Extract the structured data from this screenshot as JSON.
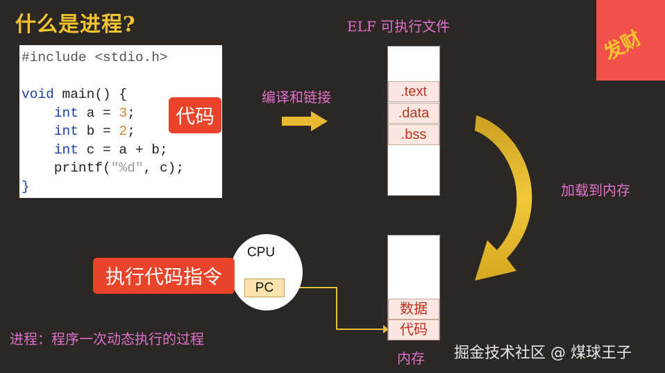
{
  "title": "什么是进程?",
  "code": {
    "lines": [
      [
        {
          "t": "#include <stdio.h>",
          "c": "pp"
        }
      ],
      [
        {
          "t": "",
          "c": ""
        }
      ],
      [
        {
          "t": "void",
          "c": "kw"
        },
        {
          "t": " main() {",
          "c": ""
        }
      ],
      [
        {
          "t": "    ",
          "c": ""
        },
        {
          "t": "int",
          "c": "kw"
        },
        {
          "t": " a = ",
          "c": ""
        },
        {
          "t": "3",
          "c": "num"
        },
        {
          "t": ";",
          "c": ""
        }
      ],
      [
        {
          "t": "    ",
          "c": ""
        },
        {
          "t": "int",
          "c": "kw"
        },
        {
          "t": " b = ",
          "c": ""
        },
        {
          "t": "2",
          "c": "num"
        },
        {
          "t": ";",
          "c": ""
        }
      ],
      [
        {
          "t": "    ",
          "c": ""
        },
        {
          "t": "int",
          "c": "kw"
        },
        {
          "t": " c = a + b;",
          "c": ""
        }
      ],
      [
        {
          "t": "    printf(",
          "c": ""
        },
        {
          "t": "\"%d\"",
          "c": "str"
        },
        {
          "t": ", c);",
          "c": ""
        }
      ],
      [
        {
          "t": "}",
          "c": "kw"
        }
      ]
    ],
    "badge": "代码"
  },
  "elf": {
    "title": "ELF 可执行文件",
    "segments": [
      ".text",
      ".data",
      ".bss"
    ]
  },
  "compile_label": "编译和链接",
  "load_label": "加载到内存",
  "memory": {
    "segments": [
      "数据",
      "代码"
    ],
    "label": "内存"
  },
  "cpu": {
    "label": "CPU",
    "register": "PC"
  },
  "exec_badge": "执行代码指令",
  "definition": "进程：程序一次动态执行的过程",
  "watermark": "掘金技术社区 @ 煤球王子",
  "corner_text": "发财",
  "colors": {
    "accent_yellow": "#f4c430",
    "label_pink": "#e070c8",
    "badge_red": "#e8442a",
    "background": "#2a2725"
  }
}
